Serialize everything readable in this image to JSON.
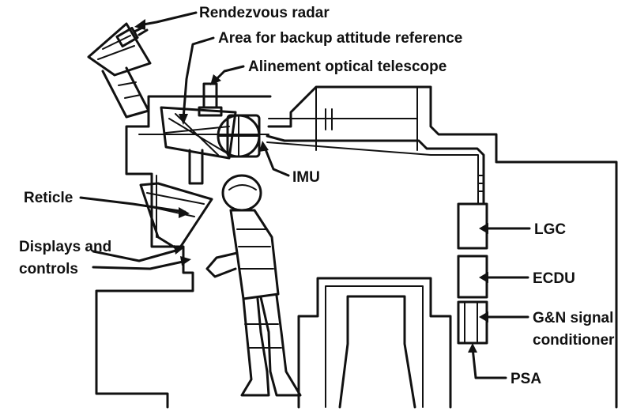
{
  "labels": {
    "rendezvous_radar": "Rendezvous radar",
    "backup_attitude": "Area for backup attitude reference",
    "alignment_telescope": "Alinement optical telescope",
    "imu": "IMU",
    "reticle": "Reticle",
    "displays_line1": "Displays and",
    "displays_line2": "controls",
    "lgc": "LGC",
    "ecdu": "ECDU",
    "gn_line1": "G&N signal",
    "gn_line2": "conditioner",
    "psa": "PSA"
  }
}
